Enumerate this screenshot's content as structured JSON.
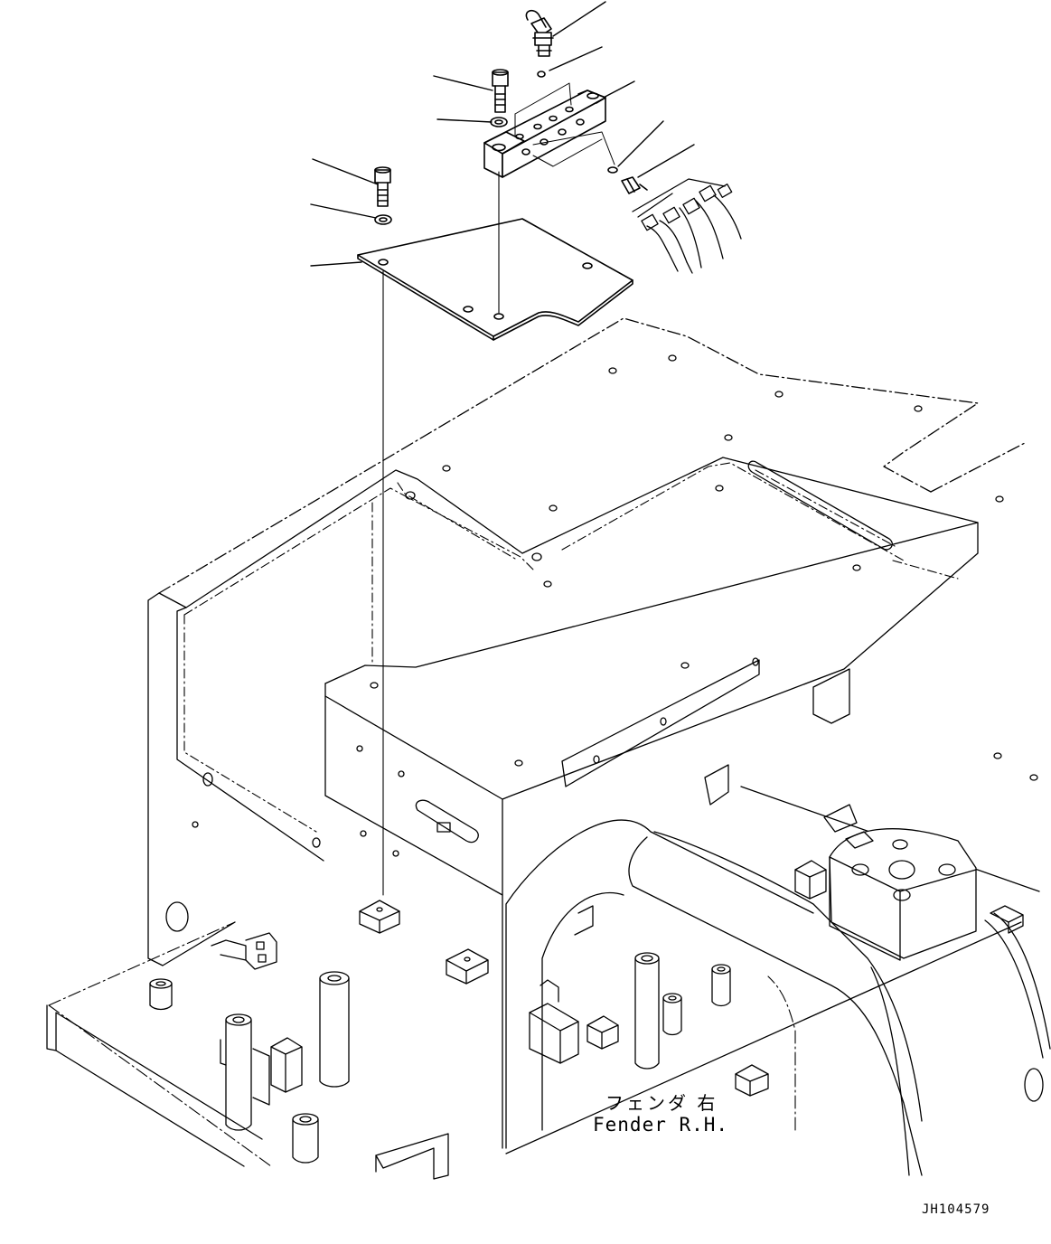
{
  "figure": {
    "fender_label_jp": "フェンダ 右",
    "fender_label_en": "Fender R.H.",
    "drawing_code": "JH104579"
  },
  "colors": {
    "line": "#000000",
    "background": "#ffffff"
  },
  "callouts": [
    "connector-fitting",
    "o-ring-top",
    "manifold-block",
    "o-ring-side",
    "elbow-fitting",
    "block-bolt",
    "block-washer",
    "plate-bolt",
    "plate-washer",
    "cover-plate"
  ]
}
